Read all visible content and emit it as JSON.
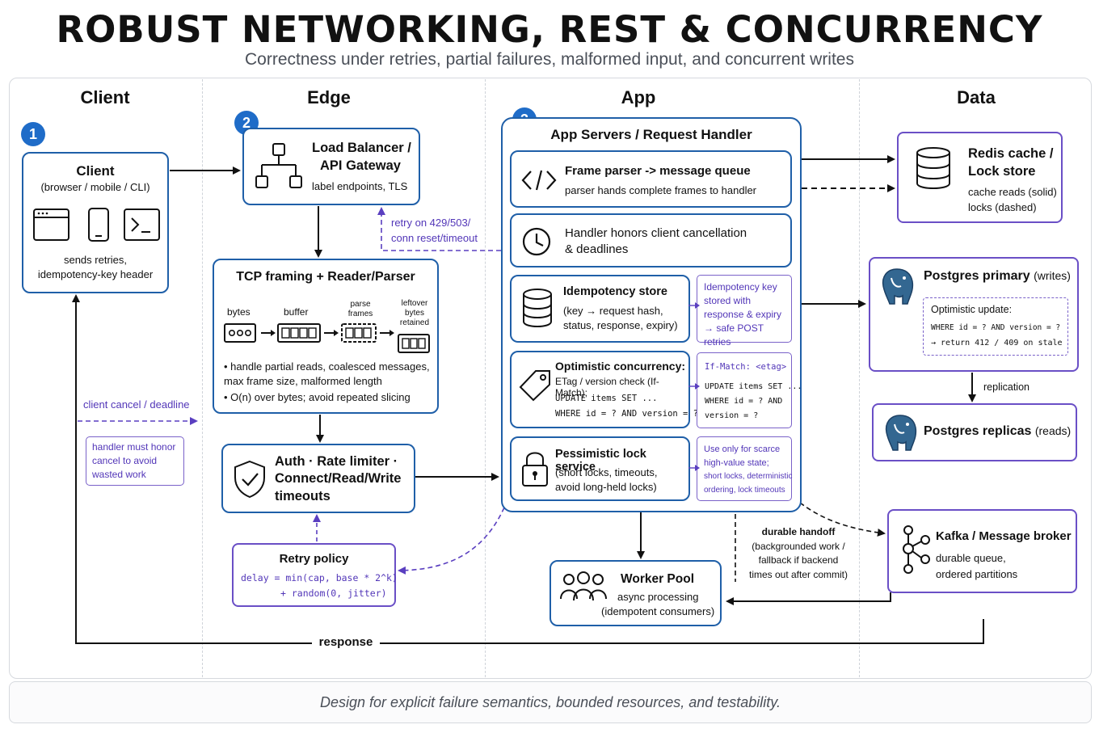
{
  "title": "ROBUST NETWORKING, REST & CONCURRENCY",
  "subtitle": "Correctness under retries, partial failures, malformed input, and concurrent writes",
  "lanes": [
    "Client",
    "Edge",
    "App",
    "Data"
  ],
  "badges": [
    "1",
    "2",
    "3"
  ],
  "client": {
    "title": "Client",
    "subtitle": "(browser / mobile / CLI)",
    "note_line1": "sends retries,",
    "note_line2": "idempotency-key header",
    "icons": [
      "browser-window-icon",
      "mobile-phone-icon",
      "terminal-icon"
    ]
  },
  "client_cancel": {
    "label": "client cancel / deadline",
    "note": "handler must honor cancel to avoid wasted work"
  },
  "load_balancer": {
    "title_line1": "Load Balancer /",
    "title_line2": "API Gateway",
    "detail": "label endpoints, TLS",
    "icon": "hierarchy-icon"
  },
  "retry_edge_label_line1": "retry on 429/503/",
  "retry_edge_label_line2": "conn reset/timeout",
  "tcp": {
    "title": "TCP framing + Reader/Parser",
    "steps": [
      {
        "label": "bytes"
      },
      {
        "label": "buffer"
      },
      {
        "label": "parse frames"
      },
      {
        "label": "leftover bytes retained"
      }
    ],
    "bullets": [
      "handle partial reads, coalesced messages, max frame size, malformed length",
      "O(n) over bytes; avoid repeated slicing"
    ]
  },
  "auth": {
    "title_line1": "Auth · Rate limiter ·",
    "title_line2": "Connect/Read/Write",
    "title_line3": "timeouts",
    "icon": "shield-check-icon"
  },
  "retry_policy": {
    "title": "Retry policy",
    "code_line1": "delay = min(cap, base * 2^k)",
    "code_line2": "+ random(0, jitter)"
  },
  "app": {
    "title": "App Servers / Request Handler",
    "frame_parser": {
      "title": "Frame parser -> message queue",
      "detail": "parser hands complete frames to handler",
      "icon": "code-brackets-icon"
    },
    "cancellation": {
      "line1": "Handler honors client cancellation",
      "line2": "& deadlines",
      "icon": "clock-icon"
    },
    "idempotency": {
      "title": "Idempotency store",
      "detail_line1": "(key → request hash,",
      "detail_line2": "status, response, expiry)",
      "note": "Idempotency key stored with response & expiry → safe POST retries",
      "icon": "database-icon"
    },
    "optimistic": {
      "title": "Optimistic concurrency:",
      "detail": "ETag / version check (If-Match);",
      "code_line1": "UPDATE items SET ...",
      "code_line2": "WHERE id = ? AND version = ?",
      "note_header": "If-Match: <etag>",
      "note_code_line1": "UPDATE items SET ...",
      "note_code_line2": "WHERE id = ? AND",
      "note_code_line3": "version = ?",
      "icon": "tag-icon"
    },
    "pessimistic": {
      "title": "Pessimistic lock service",
      "detail_line1": "(short locks, timeouts,",
      "detail_line2": "avoid long-held locks)",
      "note_line1": "Use only for scarce",
      "note_line2": "high-value state;",
      "note_line3": "short locks, deterministic",
      "note_line4": "ordering, lock timeouts",
      "icon": "padlock-icon"
    }
  },
  "worker_pool": {
    "title": "Worker Pool",
    "detail_line1": "async processing",
    "detail_line2": "(idempotent consumers)",
    "icon": "users-group-icon"
  },
  "durable_handoff": {
    "line1": "durable handoff",
    "line2": "(backgrounded work /",
    "line3": "fallback if backend",
    "line4": "times out after commit)"
  },
  "redis": {
    "title_line1": "Redis cache /",
    "title_line2": "Lock store",
    "detail_line1": "cache reads (solid)",
    "detail_line2": "locks (dashed)",
    "icon": "database-stack-icon"
  },
  "pg_primary": {
    "title": "Postgres primary",
    "suffix": "(writes)",
    "note_title": "Optimistic update:",
    "note_code": "WHERE id = ? AND version = ?",
    "note_result": "→ return 412 / 409 on stale",
    "icon": "postgres-elephant-icon"
  },
  "replication_label": "replication",
  "pg_replicas": {
    "title": "Postgres replicas",
    "suffix": "(reads)",
    "icon": "postgres-elephant-icon"
  },
  "kafka": {
    "title": "Kafka / Message broker",
    "detail_line1": "durable queue,",
    "detail_line2": "ordered partitions",
    "icon": "kafka-nodes-icon"
  },
  "response_label": "response",
  "footer": "Design for explicit failure semantics, bounded resources, and testability.",
  "colors": {
    "box_border": "#1f5fa8",
    "note_border": "#6a4fc6",
    "badge": "#1f6cc8",
    "dashed_arrow": "#5a3fc0"
  }
}
